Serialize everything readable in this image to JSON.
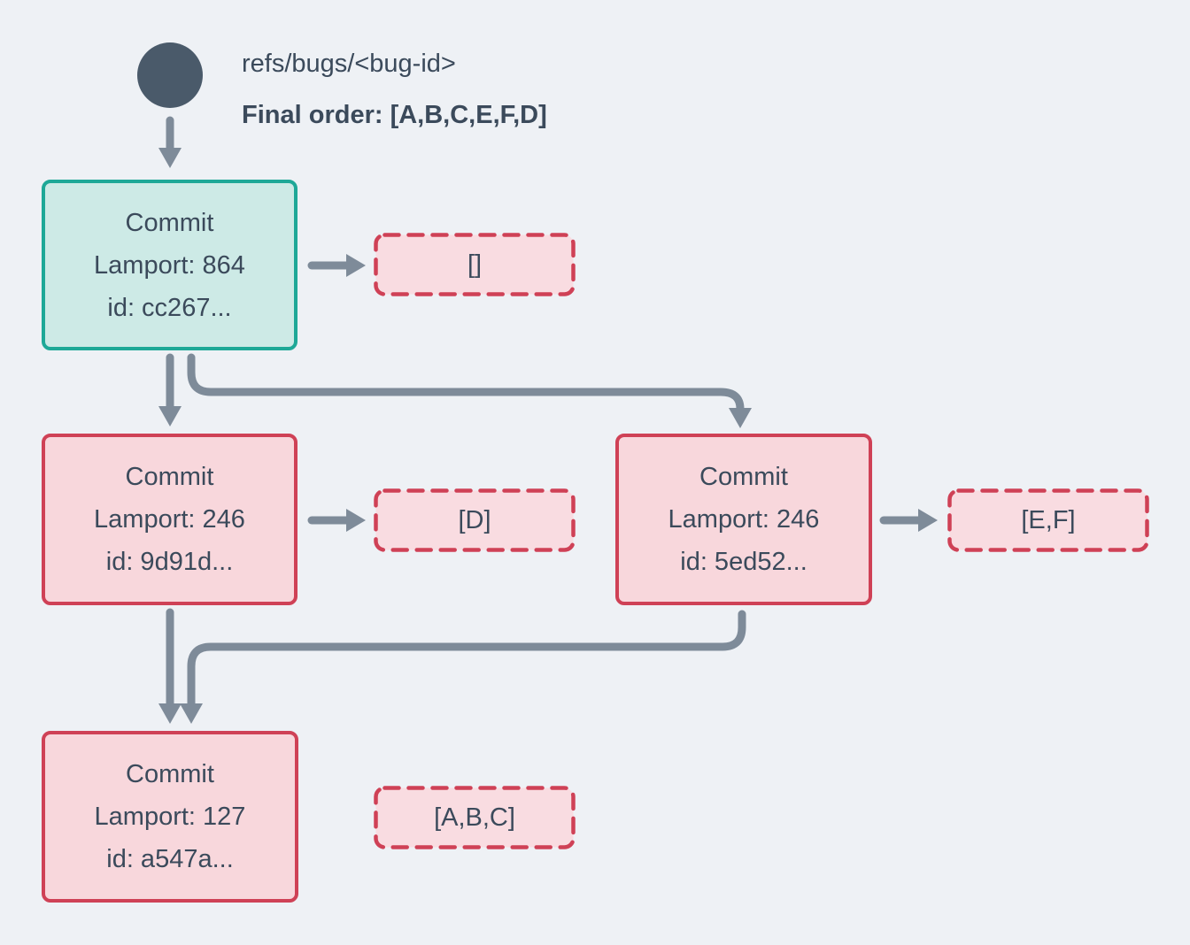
{
  "title": "Commit DAG with Lamport timestamps",
  "header": {
    "ref_label": "refs/bugs/<bug-id>",
    "final_order_label": "Final order: [A,B,C,E,F,D]"
  },
  "colors": {
    "background": "#eef1f5",
    "ref_circle": "#4a5a6a",
    "text": "#3b4a5b",
    "arrow": "#7e8b99",
    "teal_border": "#1ea897",
    "teal_fill": "#cdeae6",
    "red_border": "#cf4156",
    "pink_fill": "#f8d7dc",
    "pink_dashed_fill": "#f9dce1"
  },
  "nodes": {
    "root": {
      "title": "Commit",
      "lamport": "Lamport: 864",
      "id": "id: cc267...",
      "ops": "[]"
    },
    "left": {
      "title": "Commit",
      "lamport": "Lamport: 246",
      "id": "id: 9d91d...",
      "ops": "[D]"
    },
    "right": {
      "title": "Commit",
      "lamport": "Lamport: 246",
      "id": "id: 5ed52...",
      "ops": "[E,F]"
    },
    "bottom": {
      "title": "Commit",
      "lamport": "Lamport: 127",
      "id": "id: a547a...",
      "ops": "[A,B,C]"
    }
  }
}
